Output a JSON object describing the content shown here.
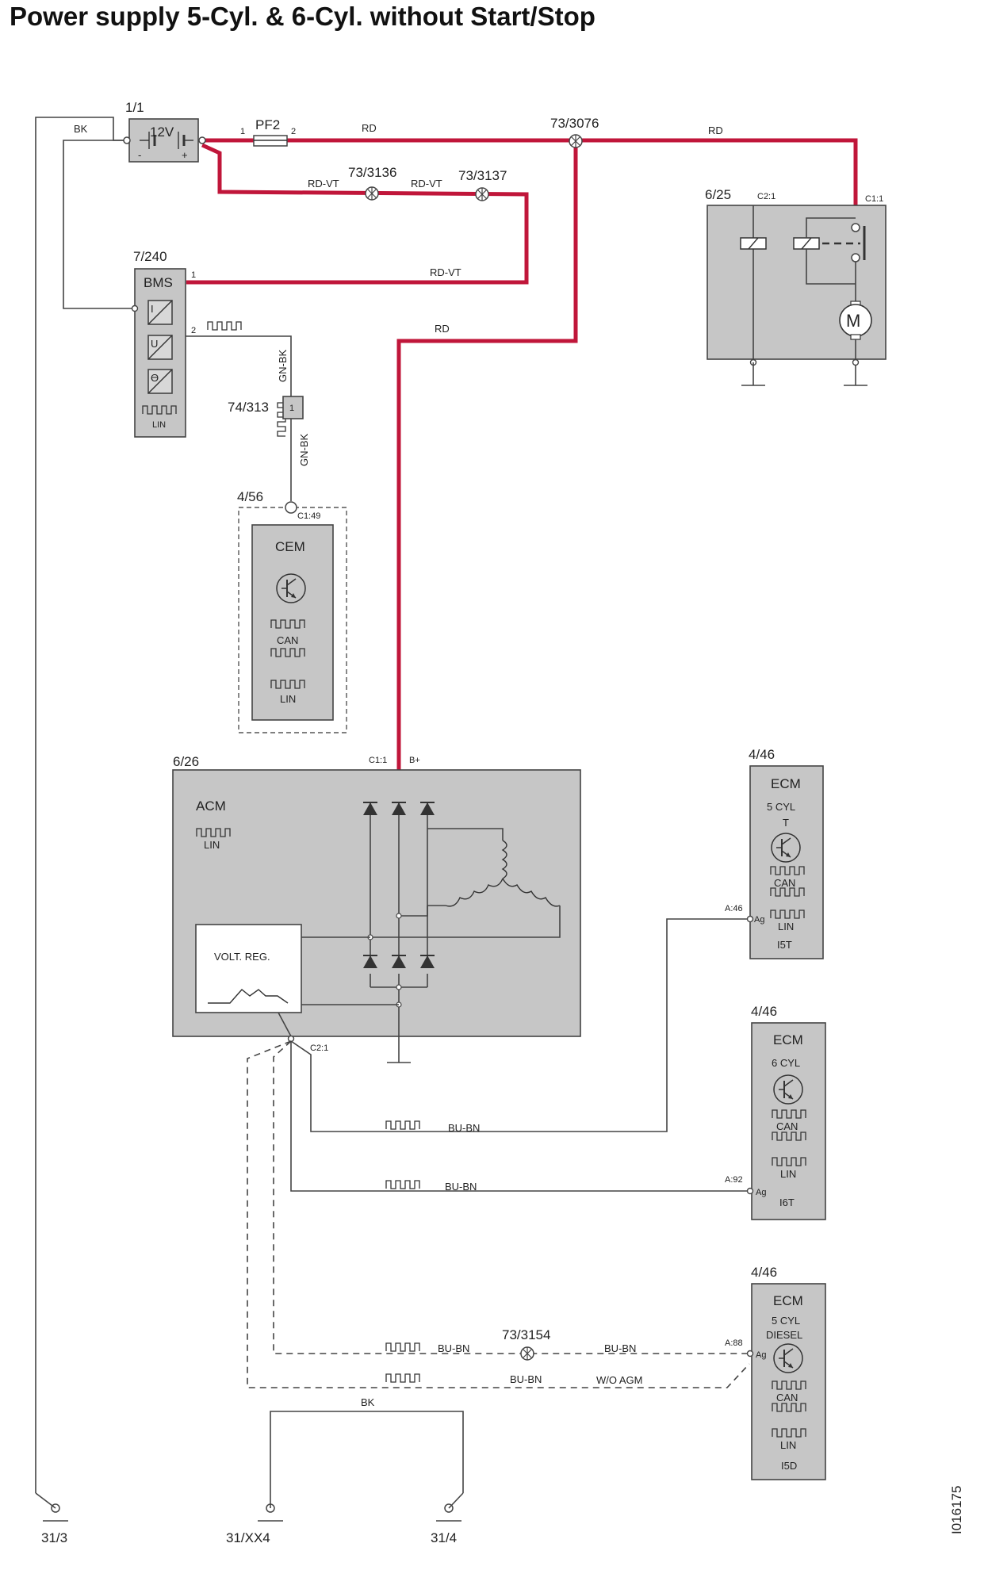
{
  "title": "Power supply 5-Cyl. & 6-Cyl. without Start/Stop",
  "image_id": "I016175",
  "components": {
    "battery": {
      "ref": "1/1",
      "label": "12V",
      "minus": "-",
      "plus": "+"
    },
    "fuse": {
      "ref": "PF2",
      "pin1": "1",
      "pin2": "2"
    },
    "splice_main": {
      "ref": "73/3076"
    },
    "splice_3136": {
      "ref": "73/3136"
    },
    "splice_3137": {
      "ref": "73/3137"
    },
    "bms": {
      "ref": "7/240",
      "name": "BMS",
      "pin1": "1",
      "pin2": "2",
      "icons": [
        "I",
        "U",
        "ϴ"
      ],
      "lin": "LIN"
    },
    "starter": {
      "ref": "6/25",
      "pin_c21": "C2:1",
      "pin_c11": "C1:1",
      "motor": "M"
    },
    "connector_74": {
      "ref": "74/313",
      "pin": "1"
    },
    "cem": {
      "ref": "4/56",
      "pin": "C1:49",
      "name": "CEM",
      "can": "CAN",
      "lin": "LIN"
    },
    "acm": {
      "ref": "6/26",
      "name": "ACM",
      "lin": "LIN",
      "pin_c11": "C1:1",
      "pin_bplus": "B+",
      "volt_reg": "VOLT. REG.",
      "pin_c21": "C2:1"
    },
    "ecm_5t": {
      "ref": "4/46",
      "line1": "ECM",
      "line2": "5 CYL",
      "line3": "T",
      "can": "CAN",
      "lin": "LIN",
      "variant": "I5T",
      "pin": "A:46",
      "ag": "Ag"
    },
    "ecm_6": {
      "ref": "4/46",
      "line1": "ECM",
      "line2": "6 CYL",
      "can": "CAN",
      "lin": "LIN",
      "variant": "I6T",
      "pin": "A:92",
      "ag": "Ag"
    },
    "ecm_diesel": {
      "ref": "4/46",
      "line1": "ECM",
      "line2": "5 CYL",
      "line3": "DIESEL",
      "can": "CAN",
      "lin": "LIN",
      "variant": "I5D",
      "pin": "A:88",
      "ag": "Ag"
    },
    "splice_3154": {
      "ref": "73/3154"
    }
  },
  "wires": {
    "bk_battery": "BK",
    "rd_fuse": "RD",
    "rd_starter": "RD",
    "rdvt_1": "RD-VT",
    "rdvt_2": "RD-VT",
    "rdvt_bms": "RD-VT",
    "rd_acm": "RD",
    "gnbk_1": "GN-BK",
    "gnbk_2": "GN-BK",
    "bubn_i5t": "BU-BN",
    "bubn_i6t": "BU-BN",
    "bubn_d1": "BU-BN",
    "bubn_d2": "BU-BN",
    "bubn_d3": "BU-BN",
    "wo_agm": "W/O AGM",
    "bk_ground": "BK"
  },
  "grounds": {
    "g1": "31/3",
    "g2": "31/XX4",
    "g3": "31/4"
  },
  "colors": {
    "power_wire": "#c0163a",
    "component_fill": "#c6c6c6",
    "wire": "#444444"
  }
}
